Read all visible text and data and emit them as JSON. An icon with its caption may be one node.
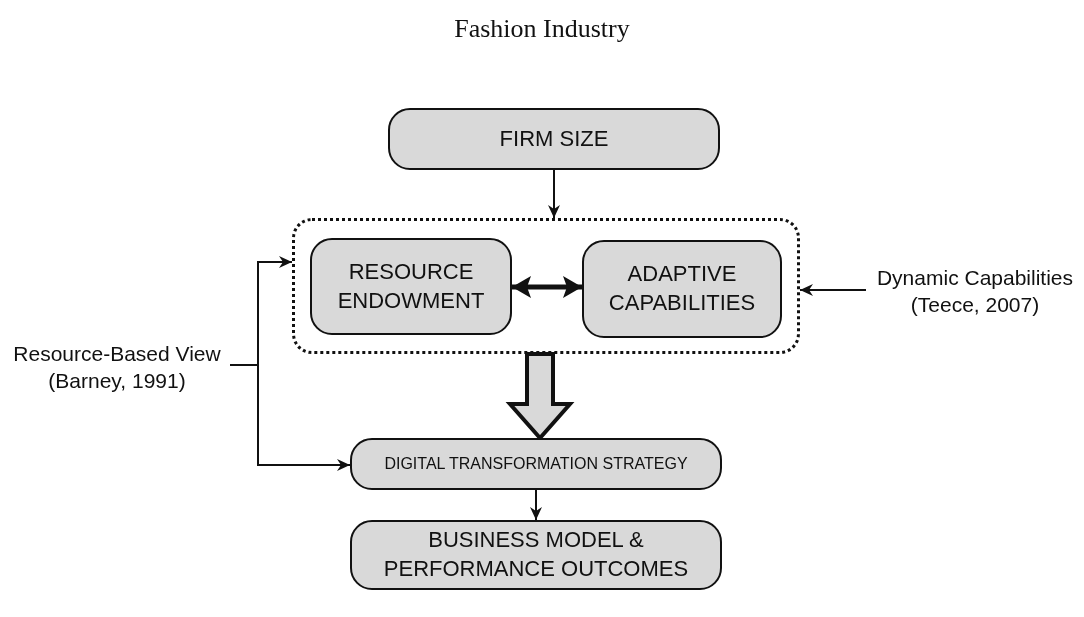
{
  "diagram": {
    "title": "Fashion Industry",
    "nodes": [
      {
        "text": [
          "FIRM SIZE"
        ]
      },
      {
        "text": [],
        "shape": "box"
      },
      {
        "text": [
          "RESOURCE ENDOWMENT"
        ],
        "in": 1
      },
      {
        "text": [
          "ADAPTIVE CAPABILITIES"
        ],
        "in": 1
      },
      {
        "text": [
          "Dynamic Capabilities (Teece, 2007)"
        ]
      },
      {
        "text": [
          "Resource-Based View (Barney, 1991)"
        ]
      },
      {
        "text": [
          "DIGITAL TRANSFORMATION STRATEGY"
        ]
      },
      {
        "text": [
          "BUSINESS MODEL & PERFORMANCE OUTCOMES"
        ]
      }
    ],
    "edges": [
      {
        "from": 0,
        "to": 1,
        "arrow": "to"
      },
      {
        "from": 2,
        "to": 3,
        "arrow": "both",
        "style": "thick"
      },
      {
        "from": 4,
        "to": 1,
        "arrow": "to"
      },
      {
        "from": 5,
        "to": 1,
        "arrow": "to"
      },
      {
        "from": 5,
        "to": 6,
        "arrow": "to"
      },
      {
        "from": 1,
        "to": 6,
        "arrow": "to",
        "style": "thick"
      },
      {
        "from": 6,
        "to": 7,
        "arrow": "to"
      }
    ]
  }
}
